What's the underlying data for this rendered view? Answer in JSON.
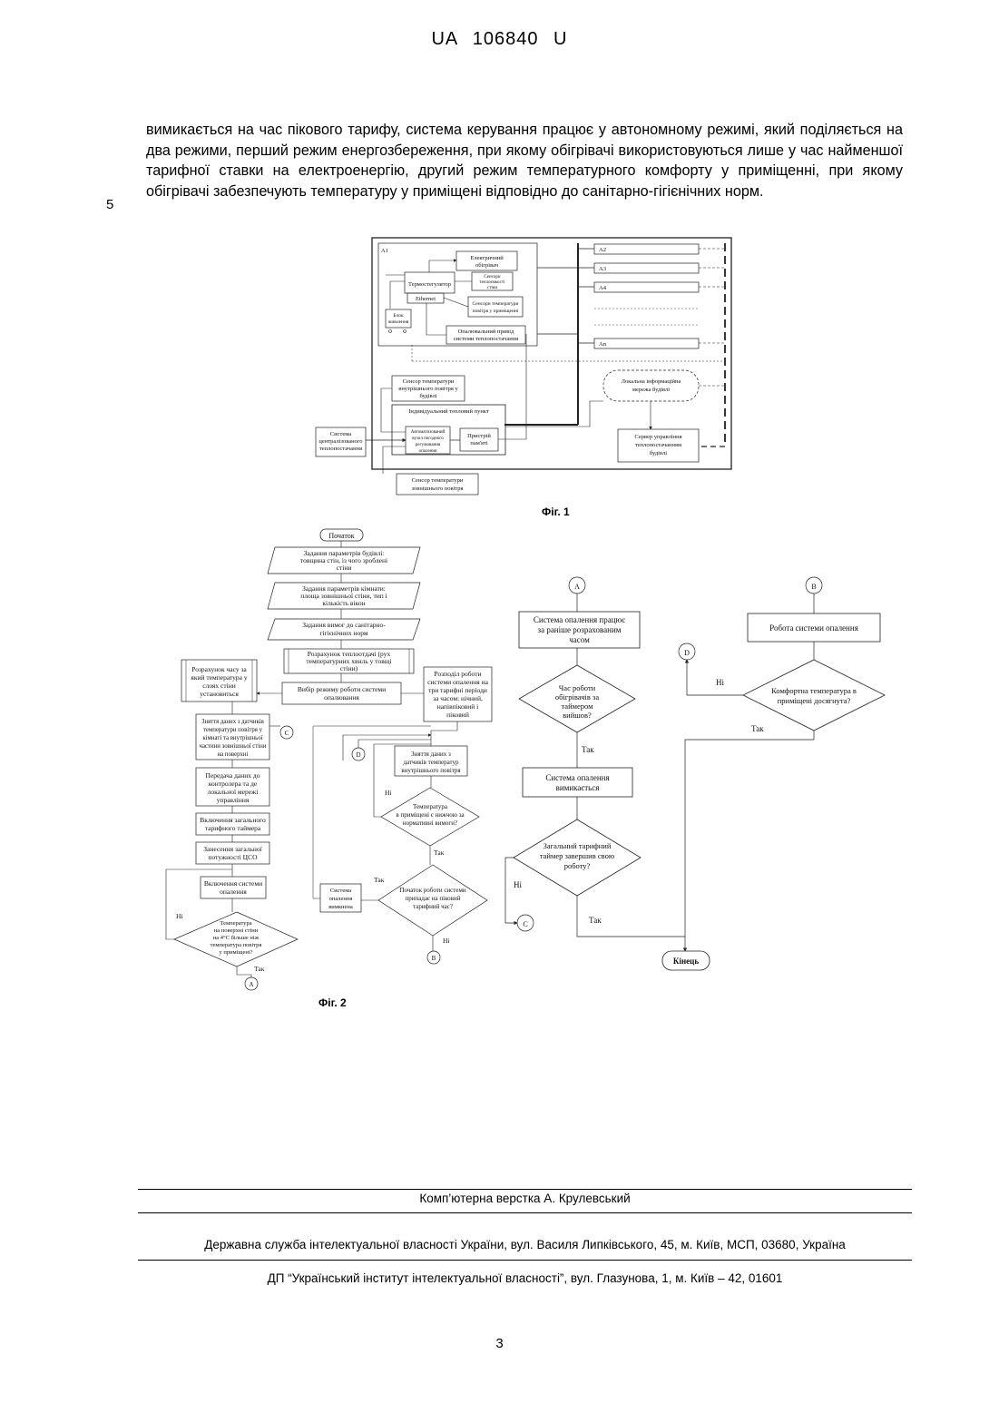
{
  "header": {
    "code": "UA",
    "number": "106840",
    "type": "U"
  },
  "paragraph": "вимикається на час пікового тарифу, система керування працює у автономному режимі, який поділяється на два режими, перший режим енергозбереження, при якому обігрівачі використовуються лише у час найменшої тарифної ставки на електроенергію, другий режим температурного комфорту у приміщенні, при якому обігрівачі забезпечують температуру у приміщені відповідно до санітарно-гігієнічних норм.",
  "line_number": "5",
  "fig1": {
    "caption": "Фіг. 1",
    "a1": "А1",
    "heater": [
      "Електричний",
      "обігрівач"
    ],
    "thermostat": "Термостегулятор",
    "sensor_heat": [
      "Сенсори",
      "теплоємкості",
      "стіни"
    ],
    "ethernet": "Ethernet",
    "sensor_room": [
      "Сенсори температури",
      "повітря у приміщенні"
    ],
    "power": [
      "Блок",
      "живлення"
    ],
    "actuator": [
      "Опалювальний привід",
      "системи теплопостачання"
    ],
    "units": [
      "А2",
      "А3",
      "А4",
      "Аn"
    ],
    "sensor_inner": [
      "Сенсор температури",
      "внутрішнього повітря у",
      "будівлі"
    ],
    "lan": [
      "Локальна інформаційна",
      "мережа будівлі"
    ],
    "heat_point": "Індивідуальний тепловий пункт",
    "central": [
      "Система",
      "централізованого",
      "теплопостачання"
    ],
    "auto_unit": [
      "Автоматизований",
      "вузол погодного",
      "регулювання",
      "опалення"
    ],
    "memory": [
      "Пристрій",
      "пам'яті"
    ],
    "server": [
      "Сервер управління",
      "теплопостачанням",
      "будівлі"
    ],
    "sensor_outer": [
      "Сенсор температури",
      "зовнішнього повітря"
    ]
  },
  "fig2": {
    "caption": "Фіг. 2",
    "start": "Початок",
    "p1": [
      "Задання параметрів будівлі:",
      "товщина стін, із чого зроблені",
      "стіни"
    ],
    "p2": [
      "Задання параметрів кімнати:",
      "площа зовнішньої стіни, тип і",
      "кількість вікон"
    ],
    "p3": [
      "Задання вимог до санітарно-",
      "гігієнічних норм"
    ],
    "calc_heat": [
      "Розрахунок теплоотдачі (рух",
      "температурних хвиль у товщі",
      "стіни)"
    ],
    "calc_time": [
      "Розрахунок часу за",
      "який температура у",
      "слоях стіни",
      "установиться"
    ],
    "mode": [
      "Вибір режиму роботи системи",
      "опалювання"
    ],
    "split": [
      "Розподіл роботи",
      "системи опалення на",
      "три тарифні періоди",
      "за часом: нічний,",
      "напівпіковий і",
      "піковий"
    ],
    "read_wall": [
      "Зняття даних з датчиків",
      "температури повітря у",
      "кімнаті та внутрішньої",
      "частини зовнішньої стіни",
      "на поверхні"
    ],
    "transfer": [
      "Передача даних до",
      "контролера та де",
      "локальної мережі",
      "управління"
    ],
    "timer_on": [
      "Включення загального",
      "тарифного таймера"
    ],
    "power_set": [
      "Занесення загальної",
      "потужності ЦСО"
    ],
    "heat_on": [
      "Включення системи",
      "опалення"
    ],
    "cond_wall": [
      "Температура",
      "на поверхні стіни",
      "на 4°C більше ніж",
      "температура повітря",
      "у приміщені?"
    ],
    "read_inner": [
      "Зняття даних з",
      "датчиків температур",
      "внутрішнього повітря"
    ],
    "cond_norm": [
      "Температура",
      "в приміщені є нижчою за",
      "нормативні вимоги?"
    ],
    "cond_peak": [
      "Початок роботи системи",
      "припадає на піковий",
      "тарифний час?"
    ],
    "heat_off_small": [
      "Система",
      "опалення",
      "вимкнена"
    ],
    "work_a": [
      "Система опалення працює",
      "за раніше розрахованим",
      "часом"
    ],
    "cond_timer": [
      "Час роботи",
      "обігрівачів за",
      "таймером",
      "вийшов?"
    ],
    "heat_off": [
      "Система опалення",
      "вимикається"
    ],
    "cond_general": [
      "Загальний тарифний",
      "таймер завершив свою",
      "роботу?"
    ],
    "work_b": "Робота системи опалення",
    "cond_comfort": [
      "Комфортна температура в",
      "приміщені досягнута?"
    ],
    "end": "Кінець",
    "yes": "Так",
    "no": "Ні",
    "connectors": [
      "A",
      "B",
      "C",
      "D"
    ]
  },
  "footer": {
    "layout": "Комп’ютерна верстка А. Крулевський",
    "office": "Державна служба інтелектуальної власності України, вул. Василя Липківського, 45, м. Київ, МСП, 03680, Україна",
    "institute": "ДП “Український інститут інтелектуальної власності”, вул. Глазунова, 1, м. Київ – 42, 01601",
    "page": "3"
  }
}
